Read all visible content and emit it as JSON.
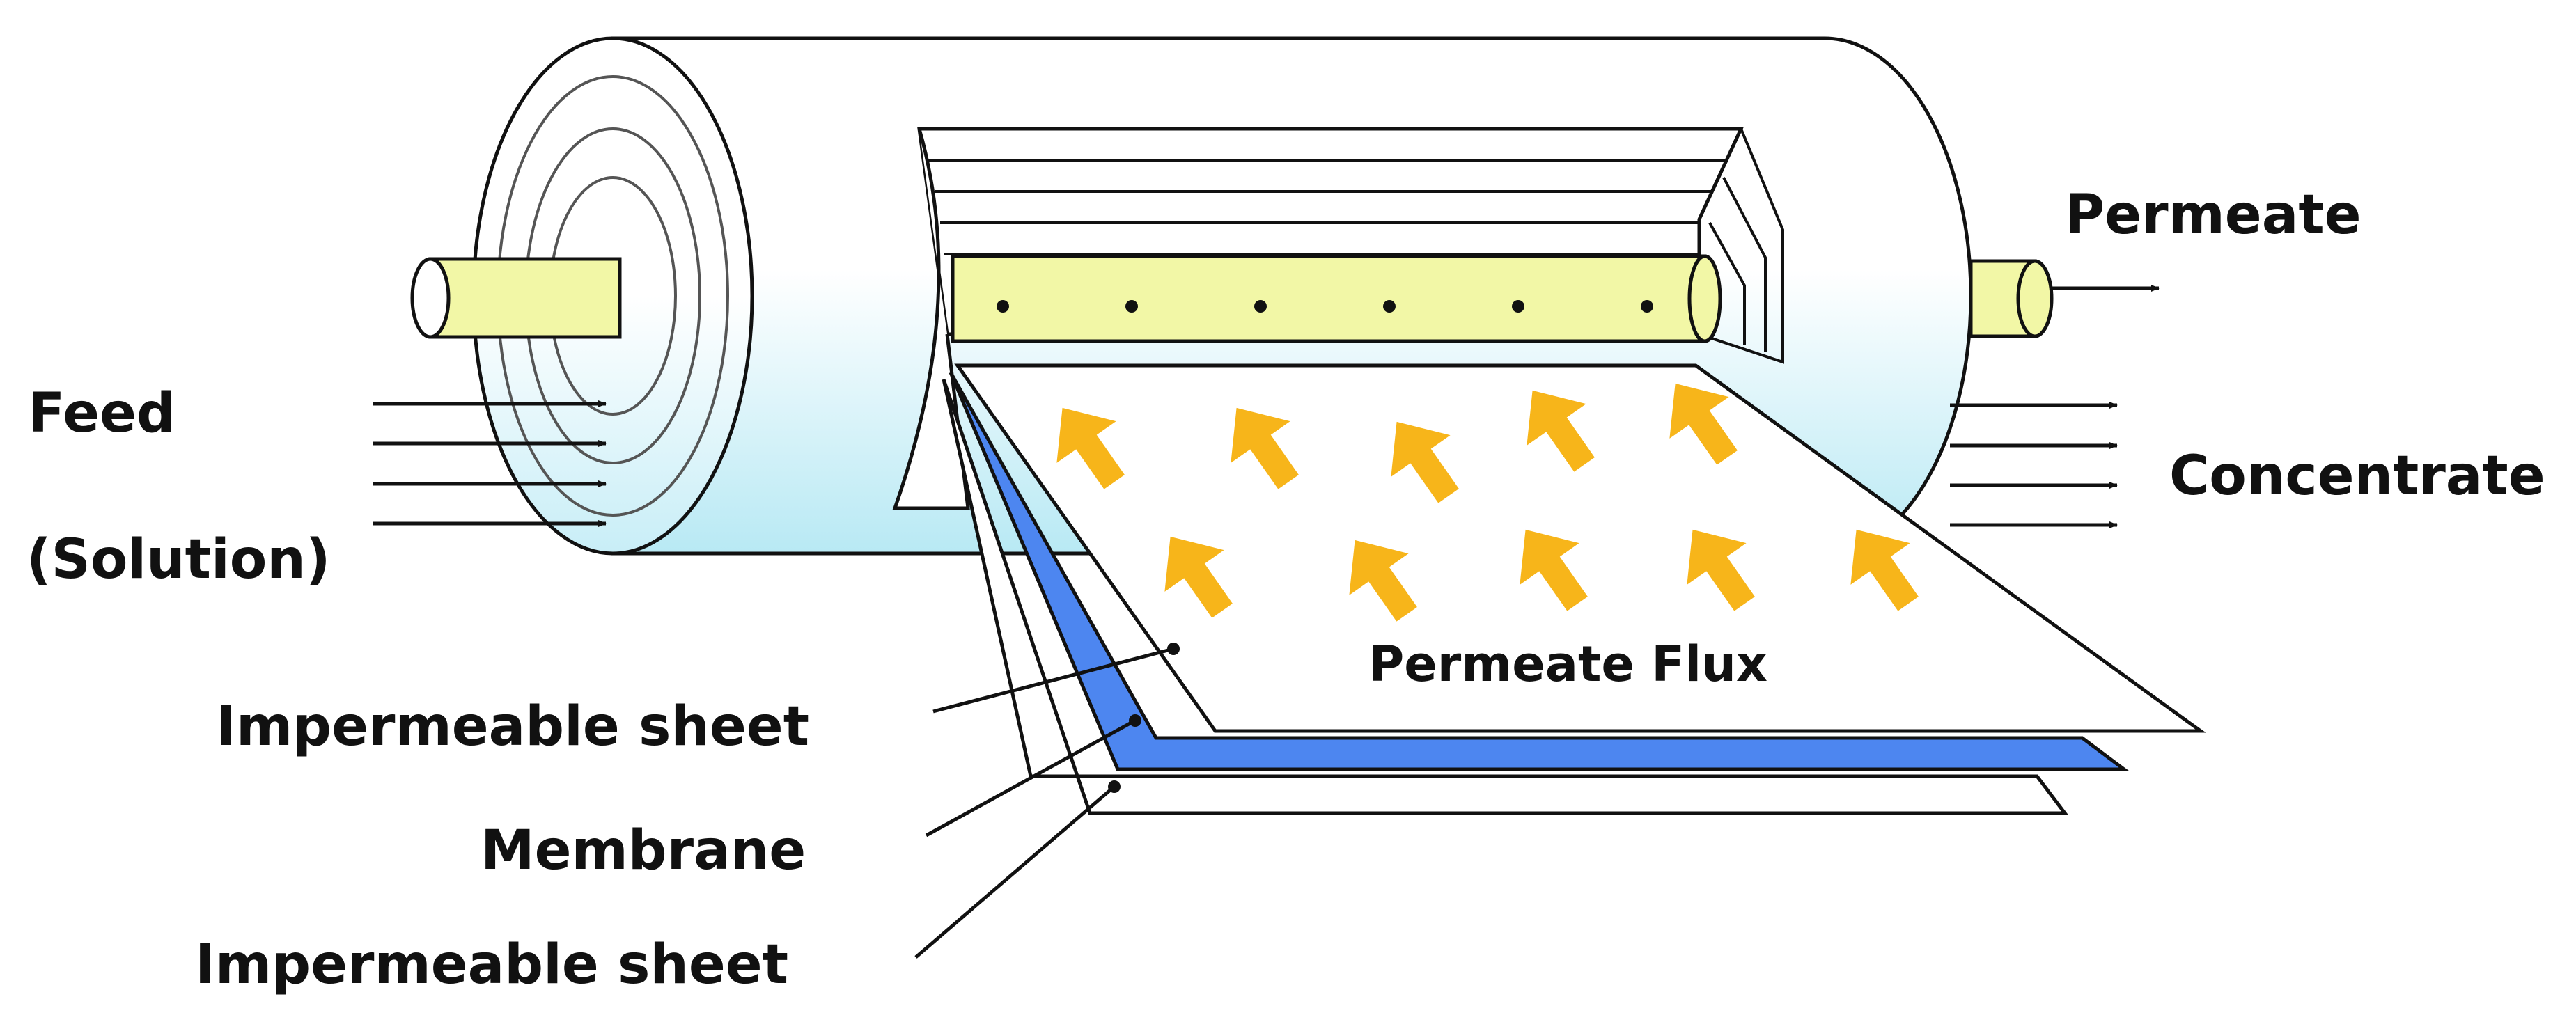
{
  "labels": {
    "feed": "Feed",
    "solution": "(Solution)",
    "permeate": "Permeate",
    "concentrate": "Concentrate",
    "permeate_flux": "Permeate Flux",
    "impermeable_sheet_top": "Impermeable sheet",
    "membrane": "Membrane",
    "impermeable_sheet_bottom": "Impermeable sheet"
  },
  "colors": {
    "tube": "#f2f7a6",
    "membrane": "#4d86f0",
    "flux_arrow": "#f7b51a",
    "body_gradient_top": "#ffffff",
    "body_gradient_bottom": "#b8e9f4",
    "line": "#111111"
  },
  "icons": {
    "flux_arrow": "flux-arrow-icon",
    "flow_arrow": "arrow-right-icon"
  }
}
